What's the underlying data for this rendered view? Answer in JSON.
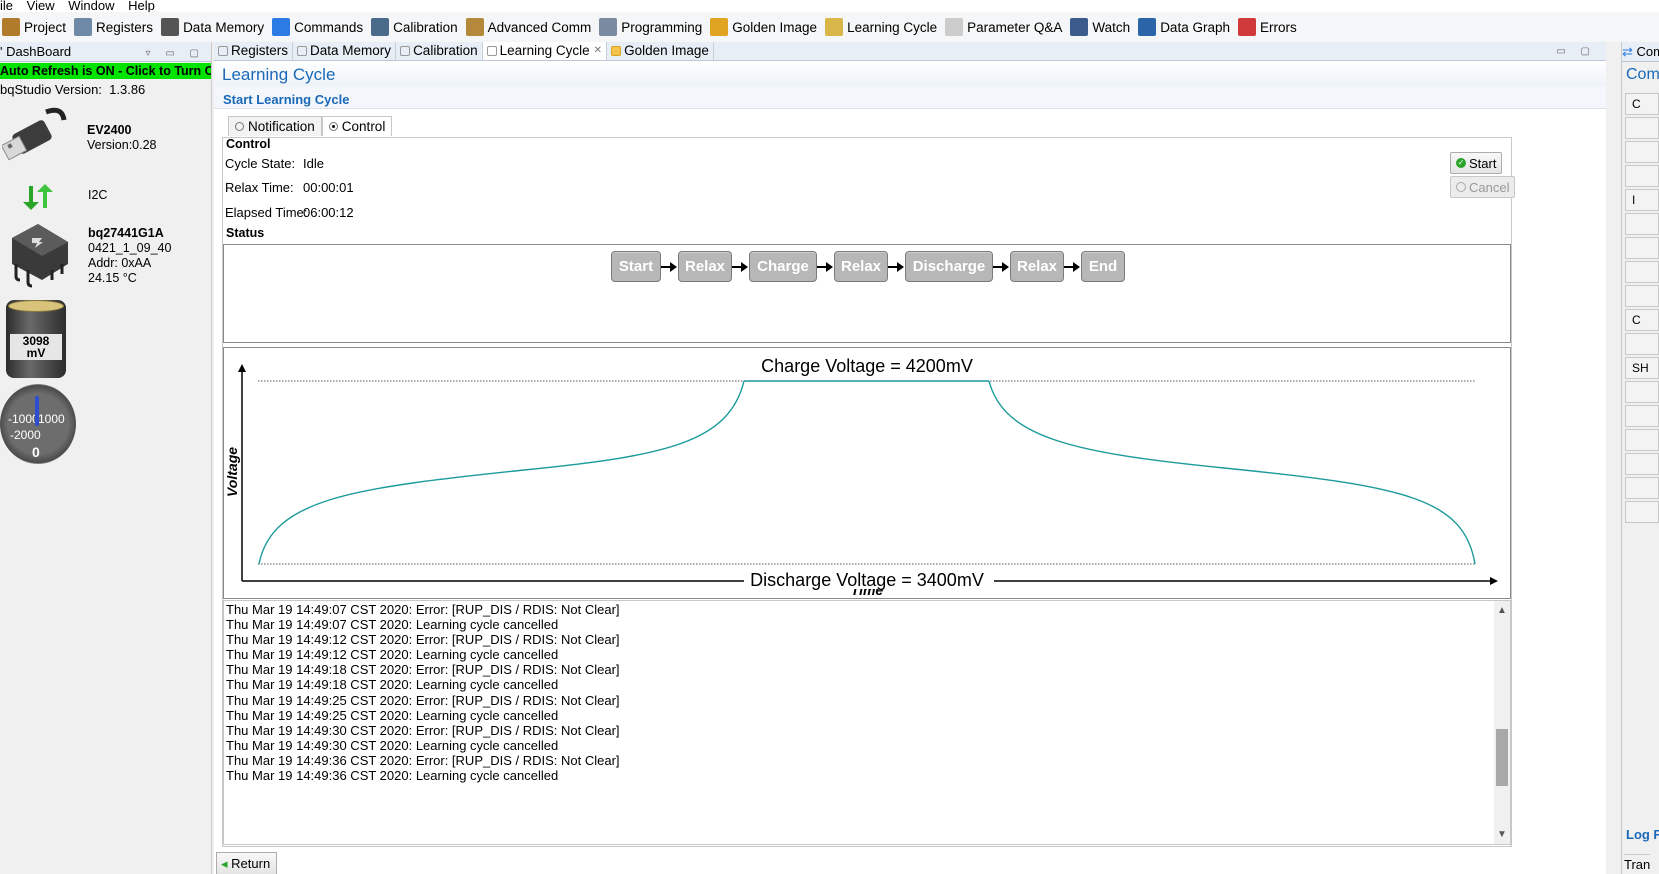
{
  "menu": [
    "ile",
    "View",
    "Window",
    "Help"
  ],
  "toolbar": [
    {
      "label": "Project",
      "icon": "project-icon",
      "color": "#b07b2b"
    },
    {
      "label": "Registers",
      "icon": "registers-gear-icon",
      "color": "#6f8aa6"
    },
    {
      "label": "Data Memory",
      "icon": "data-memory-chip-icon",
      "color": "#555555"
    },
    {
      "label": "Commands",
      "icon": "commands-arrows-icon",
      "color": "#2c7be5"
    },
    {
      "label": "Calibration",
      "icon": "calibration-monitor-icon",
      "color": "#4a6b8a"
    },
    {
      "label": "Advanced Comm",
      "icon": "advanced-comm-icon",
      "color": "#b48a3a"
    },
    {
      "label": "Programming",
      "icon": "programming-icon",
      "color": "#7a8aa0"
    },
    {
      "label": "Golden Image",
      "icon": "golden-image-icon",
      "color": "#e0a422"
    },
    {
      "label": "Learning Cycle",
      "icon": "learning-cycle-icon",
      "color": "#d9b64a"
    },
    {
      "label": "Parameter Q&A",
      "icon": "parameter-qa-icon",
      "color": "#cccccc"
    },
    {
      "label": "Watch",
      "icon": "watch-icon",
      "color": "#3b5b8c"
    },
    {
      "label": "Data Graph",
      "icon": "data-graph-icon",
      "color": "#2b64a8"
    },
    {
      "label": "Errors",
      "icon": "errors-icon",
      "color": "#d03a3a"
    }
  ],
  "dashboard": {
    "tab": "DashBoard",
    "refresh": "Auto Refresh is ON - Click to Turn Off",
    "version_label": "bqStudio Version:",
    "version": "1.3.86",
    "adapter_name": "EV2400",
    "adapter_version": "Version:0.28",
    "bus": "I2C",
    "chip_name": "bq27441G1A",
    "chip_fw": "0421_1_09_40",
    "chip_addr": "Addr: 0xAA",
    "chip_temp": "24.15 °C",
    "voltage_value": "3098",
    "voltage_unit": "mV",
    "gauge_labels": [
      "-1000",
      "1000",
      "-2000"
    ],
    "gauge_value": "0"
  },
  "tabs": [
    {
      "label": "Registers",
      "active": false
    },
    {
      "label": "Data Memory",
      "active": false
    },
    {
      "label": "Calibration",
      "active": false
    },
    {
      "label": "Learning Cycle",
      "active": true
    },
    {
      "label": "Golden Image",
      "active": false
    }
  ],
  "page": {
    "title": "Learning Cycle",
    "subtitle": "Start Learning Cycle",
    "inner_tabs": [
      "Notification",
      "Control"
    ],
    "control_group": "Control",
    "cycle_state_label": "Cycle State:",
    "cycle_state": "Idle",
    "relax_time_label": "Relax Time:",
    "relax_time": "00:00:01",
    "elapsed_label": "Elapsed Time:",
    "elapsed": "06:00:12",
    "start_btn": "Start",
    "cancel_btn": "Cancel",
    "status_group": "Status",
    "stages": [
      "Start",
      "Relax",
      "Charge",
      "Relax",
      "Discharge",
      "Relax",
      "End"
    ],
    "return_btn": "Return"
  },
  "diagram": {
    "charge_label": "Charge Voltage = 4200mV",
    "discharge_label": "Discharge Voltage = 3400mV",
    "y_axis": "Voltage",
    "x_axis": "Time",
    "curve_color": "#1a9a9a"
  },
  "log": [
    "Thu Mar 19 14:49:07 CST 2020: Error: [RUP_DIS / RDIS: Not Clear]",
    "Thu Mar 19 14:49:07 CST 2020: Learning cycle cancelled",
    "Thu Mar 19 14:49:12 CST 2020: Error: [RUP_DIS / RDIS: Not Clear]",
    "Thu Mar 19 14:49:12 CST 2020: Learning cycle cancelled",
    "Thu Mar 19 14:49:18 CST 2020: Error: [RUP_DIS / RDIS: Not Clear]",
    "Thu Mar 19 14:49:18 CST 2020: Learning cycle cancelled",
    "Thu Mar 19 14:49:25 CST 2020: Error: [RUP_DIS / RDIS: Not Clear]",
    "Thu Mar 19 14:49:25 CST 2020: Learning cycle cancelled",
    "Thu Mar 19 14:49:30 CST 2020: Error: [RUP_DIS / RDIS: Not Clear]",
    "Thu Mar 19 14:49:30 CST 2020: Learning cycle cancelled",
    "Thu Mar 19 14:49:36 CST 2020: Error: [RUP_DIS / RDIS: Not Clear]",
    "Thu Mar 19 14:49:36 CST 2020: Learning cycle cancelled"
  ],
  "right_panel": {
    "tab": "Com",
    "heading": "Com",
    "buttons": [
      "C",
      "",
      "",
      "",
      "I",
      "",
      "",
      "",
      "",
      "C",
      "",
      "SH",
      "",
      "",
      "",
      "",
      "",
      ""
    ],
    "log_label": "Log F",
    "tran": "Tran"
  }
}
